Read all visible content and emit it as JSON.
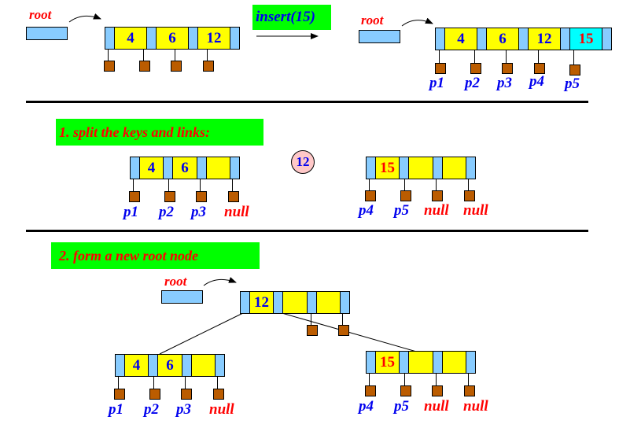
{
  "operation": {
    "label": "insert(15)"
  },
  "colors": {
    "pointer_slot": "#88ccff",
    "key_slot": "#ffff00",
    "new_key_slot": "#00ffff",
    "child_box": "#bb5c00",
    "banner": "#00ff00",
    "promoted_key": "#ffc8c8",
    "key_text": "#0000ee",
    "highlight_text": "#ff0000"
  },
  "before": {
    "root_label": "root",
    "node": {
      "keys": [
        "4",
        "6",
        "12"
      ]
    }
  },
  "after_insert": {
    "root_label": "root",
    "node": {
      "keys": [
        "4",
        "6",
        "12",
        "15"
      ],
      "new_key": "15"
    },
    "pointers": [
      "p1",
      "p2",
      "p3",
      "p4",
      "p5"
    ]
  },
  "step1": {
    "title": "1. split the keys and links:",
    "left_node": {
      "keys": [
        "4",
        "6",
        ""
      ],
      "pointers": [
        "p1",
        "p2",
        "p3",
        "null"
      ]
    },
    "promoted_key": "12",
    "right_node": {
      "keys": [
        "15",
        "",
        ""
      ],
      "pointers": [
        "p4",
        "p5",
        "null",
        "null"
      ]
    }
  },
  "step2": {
    "title": "2. form a new root node",
    "root_label": "root",
    "root_node": {
      "keys": [
        "12",
        "",
        ""
      ]
    },
    "left_node": {
      "keys": [
        "4",
        "6",
        ""
      ],
      "pointers": [
        "p1",
        "p2",
        "p3",
        "null"
      ]
    },
    "right_node": {
      "keys": [
        "15",
        "",
        ""
      ],
      "pointers": [
        "p4",
        "p5",
        "null",
        "null"
      ]
    }
  }
}
